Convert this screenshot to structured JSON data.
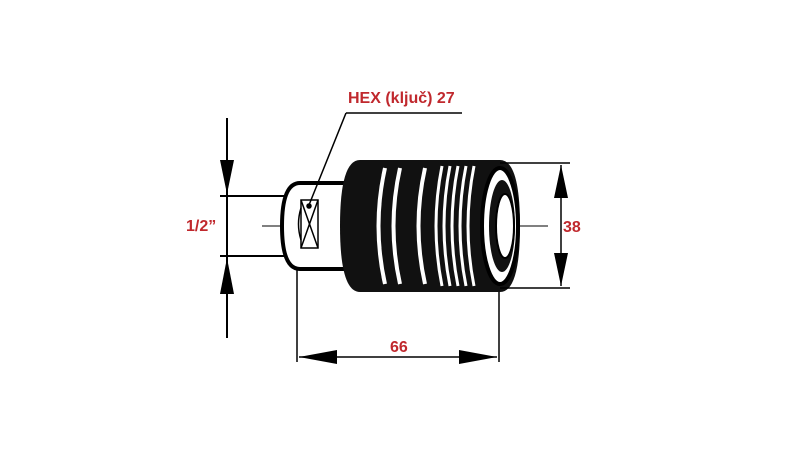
{
  "diagram": {
    "type": "technical-drawing",
    "subject": "quick coupling / threaded fitting",
    "label_color": "#c0282d",
    "line_color": "#000000",
    "labels": {
      "hex": "HEX (ključ) 27",
      "thread": "1/2”",
      "diameter": "38",
      "length": "66"
    }
  }
}
